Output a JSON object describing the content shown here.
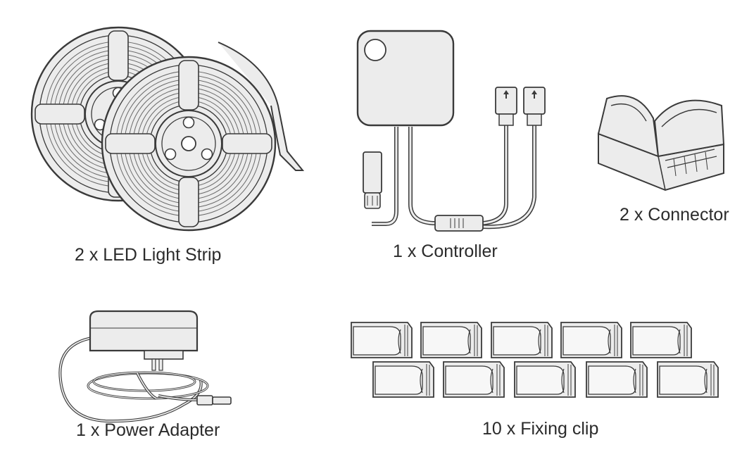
{
  "items": {
    "led_strip": {
      "label": "2 x LED Light Strip",
      "icon": "led-strip-reel-icon"
    },
    "controller": {
      "label": "1 x Controller",
      "icon": "controller-box-icon"
    },
    "connector": {
      "label": "2 x Connector",
      "icon": "connector-clip-icon"
    },
    "power_adapter": {
      "label": "1 x Power Adapter",
      "icon": "power-adapter-icon"
    },
    "fixing_clip": {
      "label": "10 x Fixing clip",
      "icon": "fixing-clip-icon"
    }
  },
  "colors": {
    "fill": "#ececec",
    "stroke": "#3a3a3a",
    "text": "#2b2b2b"
  }
}
